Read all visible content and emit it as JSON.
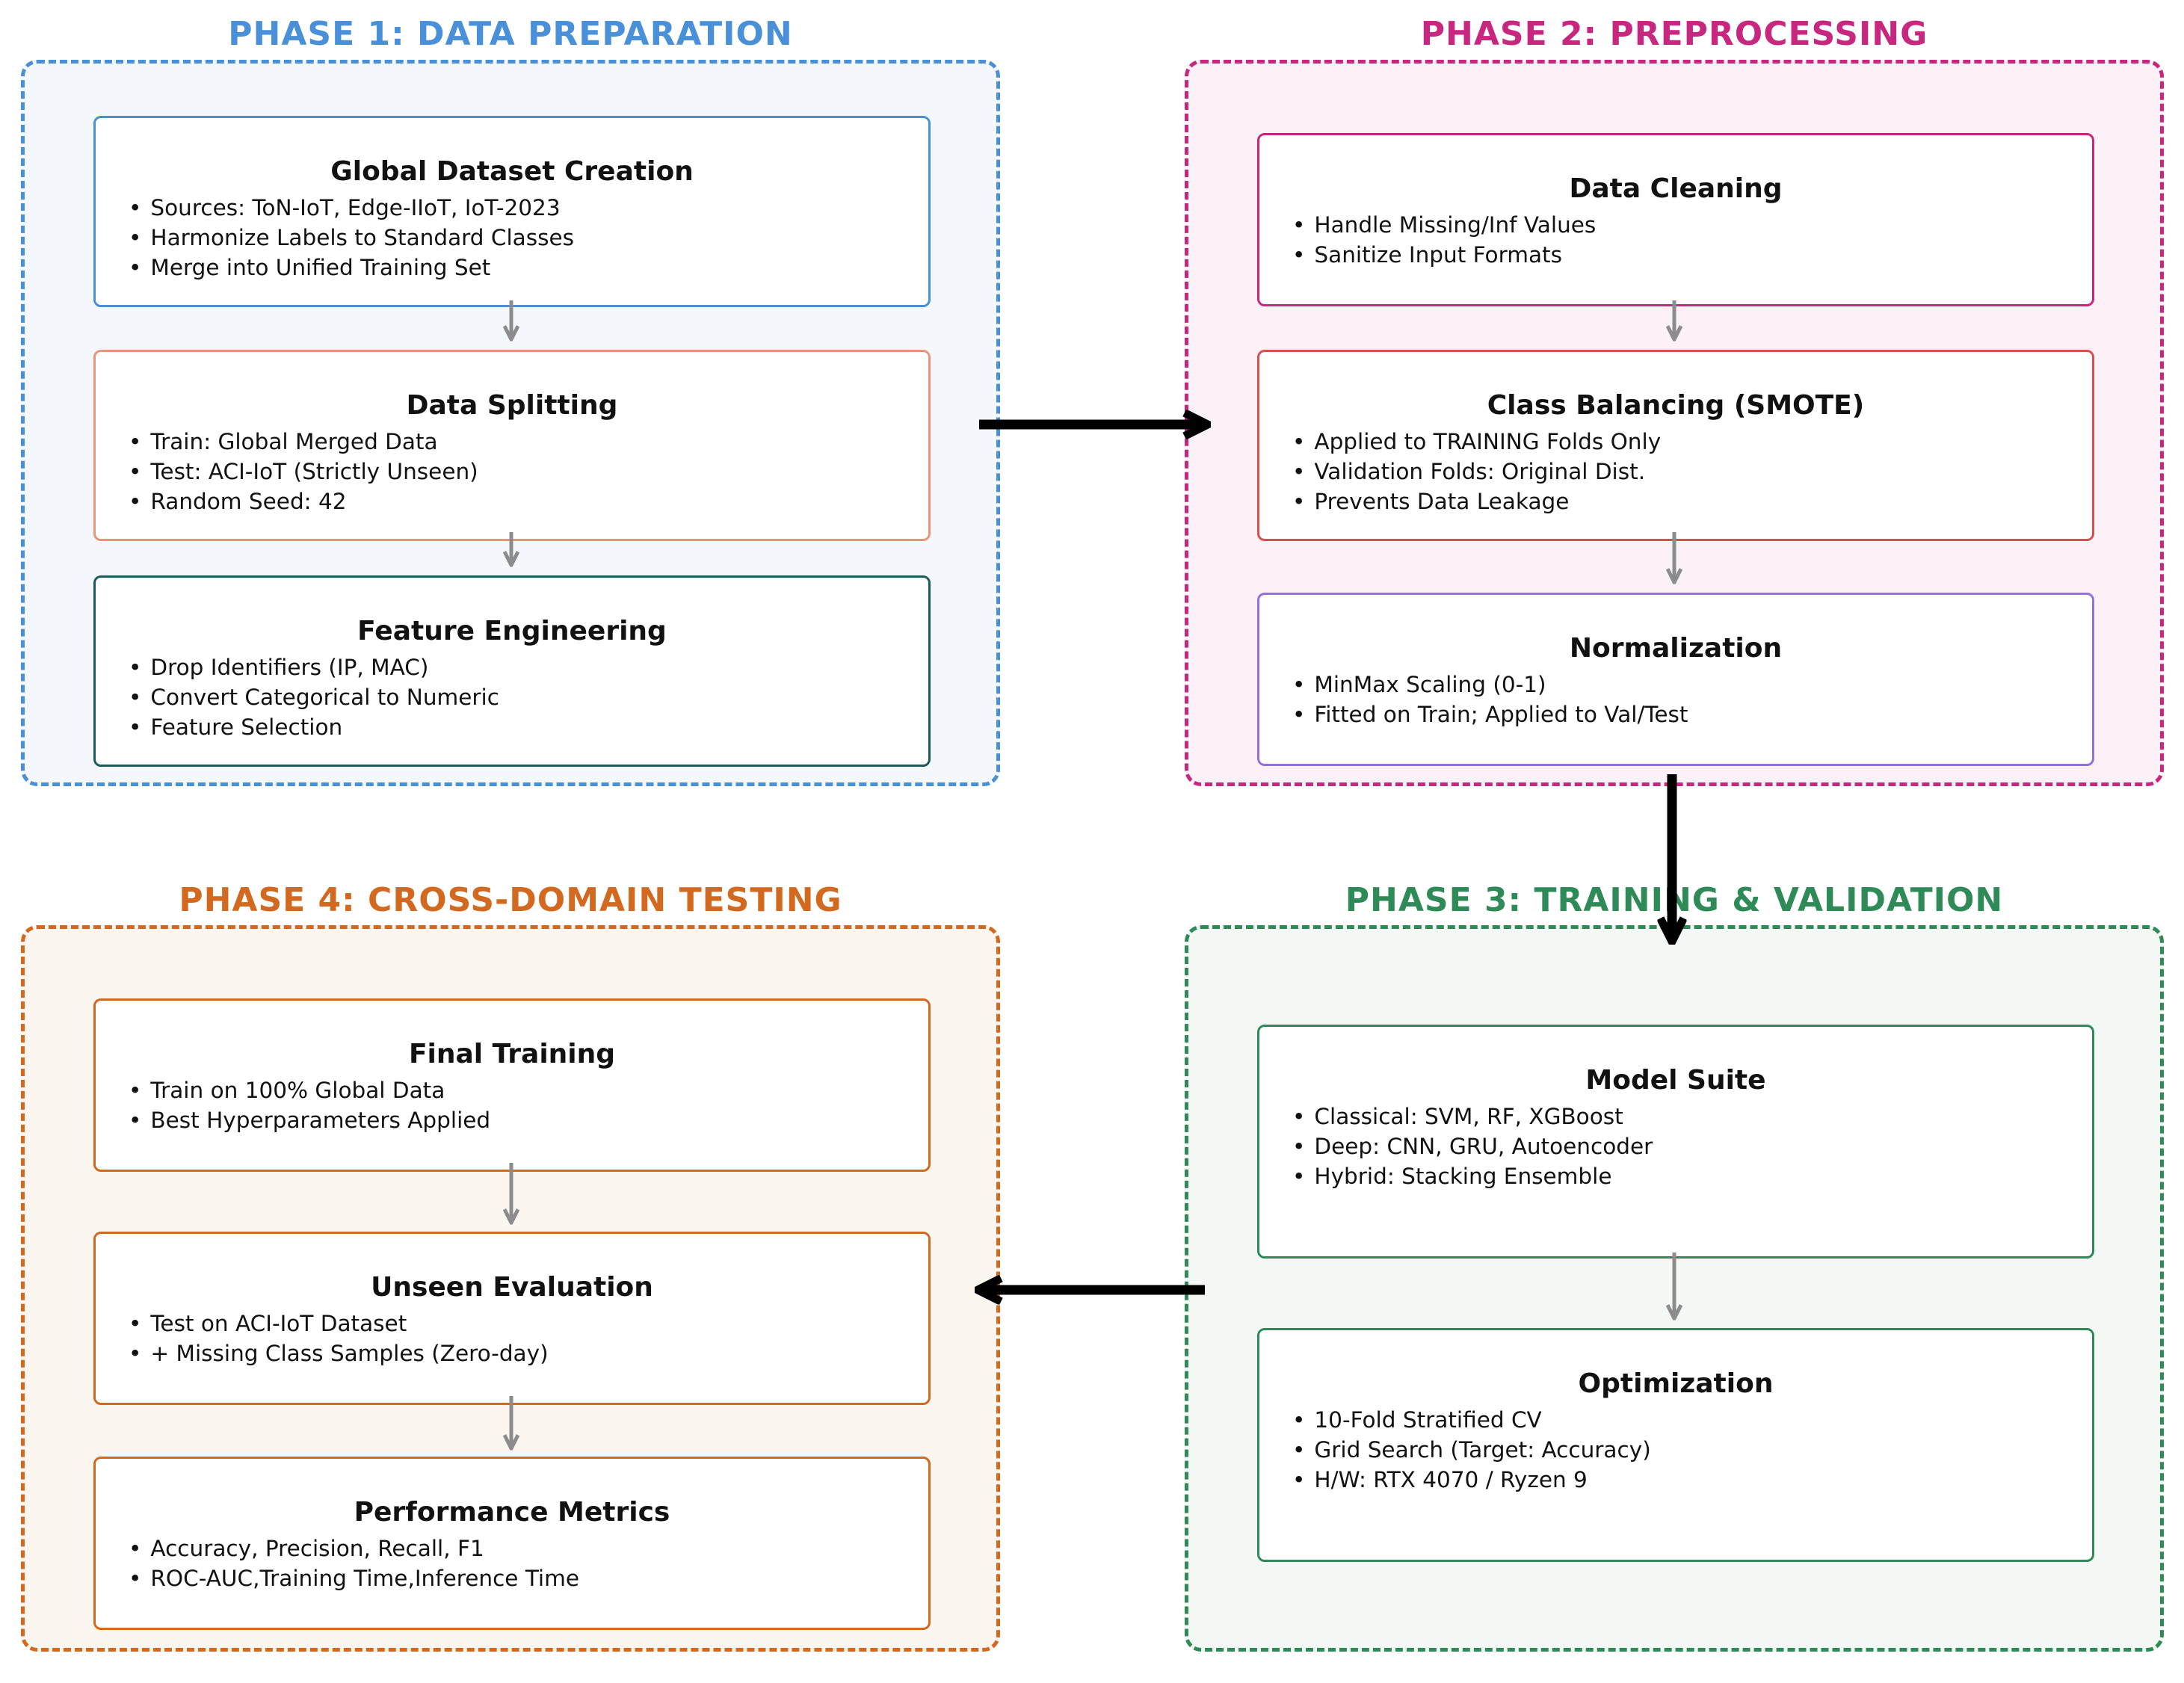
{
  "colors": {
    "phase1": "#4a90d9",
    "phase1_bg": "#f4f8fc",
    "phase2": "#c8277f",
    "phase2_bg": "#fcf1f7",
    "phase3": "#2e8b57",
    "phase3_bg": "#f3f8f4",
    "phase4": "#d2691e",
    "phase4_bg": "#fcf6f1",
    "box_peach": "#e8967a",
    "box_teal": "#1d5b5b",
    "box_red": "#d65050",
    "box_purple": "#9370db",
    "inner_arrow": "#8c8c8c",
    "main_arrow": "#000000"
  },
  "phases": [
    {
      "title": "PHASE 1: DATA PREPARATION",
      "boxes": [
        {
          "title": "Global Dataset Creation",
          "bullets": [
            "Sources: ToN-IoT, Edge-IIoT, IoT-2023",
            "Harmonize Labels to Standard Classes",
            "Merge into Unified Training Set"
          ]
        },
        {
          "title": "Data Splitting",
          "bullets": [
            "Train: Global Merged Data",
            "Test: ACI-IoT (Strictly Unseen)",
            "Random Seed: 42"
          ]
        },
        {
          "title": "Feature Engineering",
          "bullets": [
            "Drop Identifiers (IP, MAC)",
            "Convert Categorical to Numeric",
            "Feature Selection"
          ]
        }
      ]
    },
    {
      "title": "PHASE 2: PREPROCESSING",
      "boxes": [
        {
          "title": "Data Cleaning",
          "bullets": [
            "Handle Missing/Inf Values",
            "Sanitize Input Formats"
          ]
        },
        {
          "title": "Class Balancing (SMOTE)",
          "bullets": [
            "Applied to TRAINING Folds Only",
            "Validation Folds: Original Dist.",
            "Prevents Data Leakage"
          ]
        },
        {
          "title": "Normalization",
          "bullets": [
            "MinMax Scaling (0-1)",
            "Fitted on Train; Applied to Val/Test"
          ]
        }
      ]
    },
    {
      "title": "PHASE 3: TRAINING & VALIDATION",
      "boxes": [
        {
          "title": "Model Suite",
          "bullets": [
            "Classical: SVM, RF, XGBoost",
            "Deep: CNN, GRU, Autoencoder",
            "Hybrid: Stacking Ensemble"
          ]
        },
        {
          "title": "Optimization",
          "bullets": [
            "10-Fold Stratified CV",
            "Grid Search (Target: Accuracy)",
            "H/W: RTX 4070 / Ryzen 9"
          ]
        }
      ]
    },
    {
      "title": "PHASE 4: CROSS-DOMAIN TESTING",
      "boxes": [
        {
          "title": "Final Training",
          "bullets": [
            "Train on 100% Global Data",
            "Best Hyperparameters Applied"
          ]
        },
        {
          "title": "Unseen Evaluation",
          "bullets": [
            "Test on ACI-IoT Dataset",
            "+ Missing Class Samples (Zero-day)"
          ]
        },
        {
          "title": "Performance Metrics",
          "bullets": [
            "Accuracy, Precision, Recall, F1",
            "ROC-AUC,Training Time,Inference Time"
          ]
        }
      ]
    }
  ]
}
